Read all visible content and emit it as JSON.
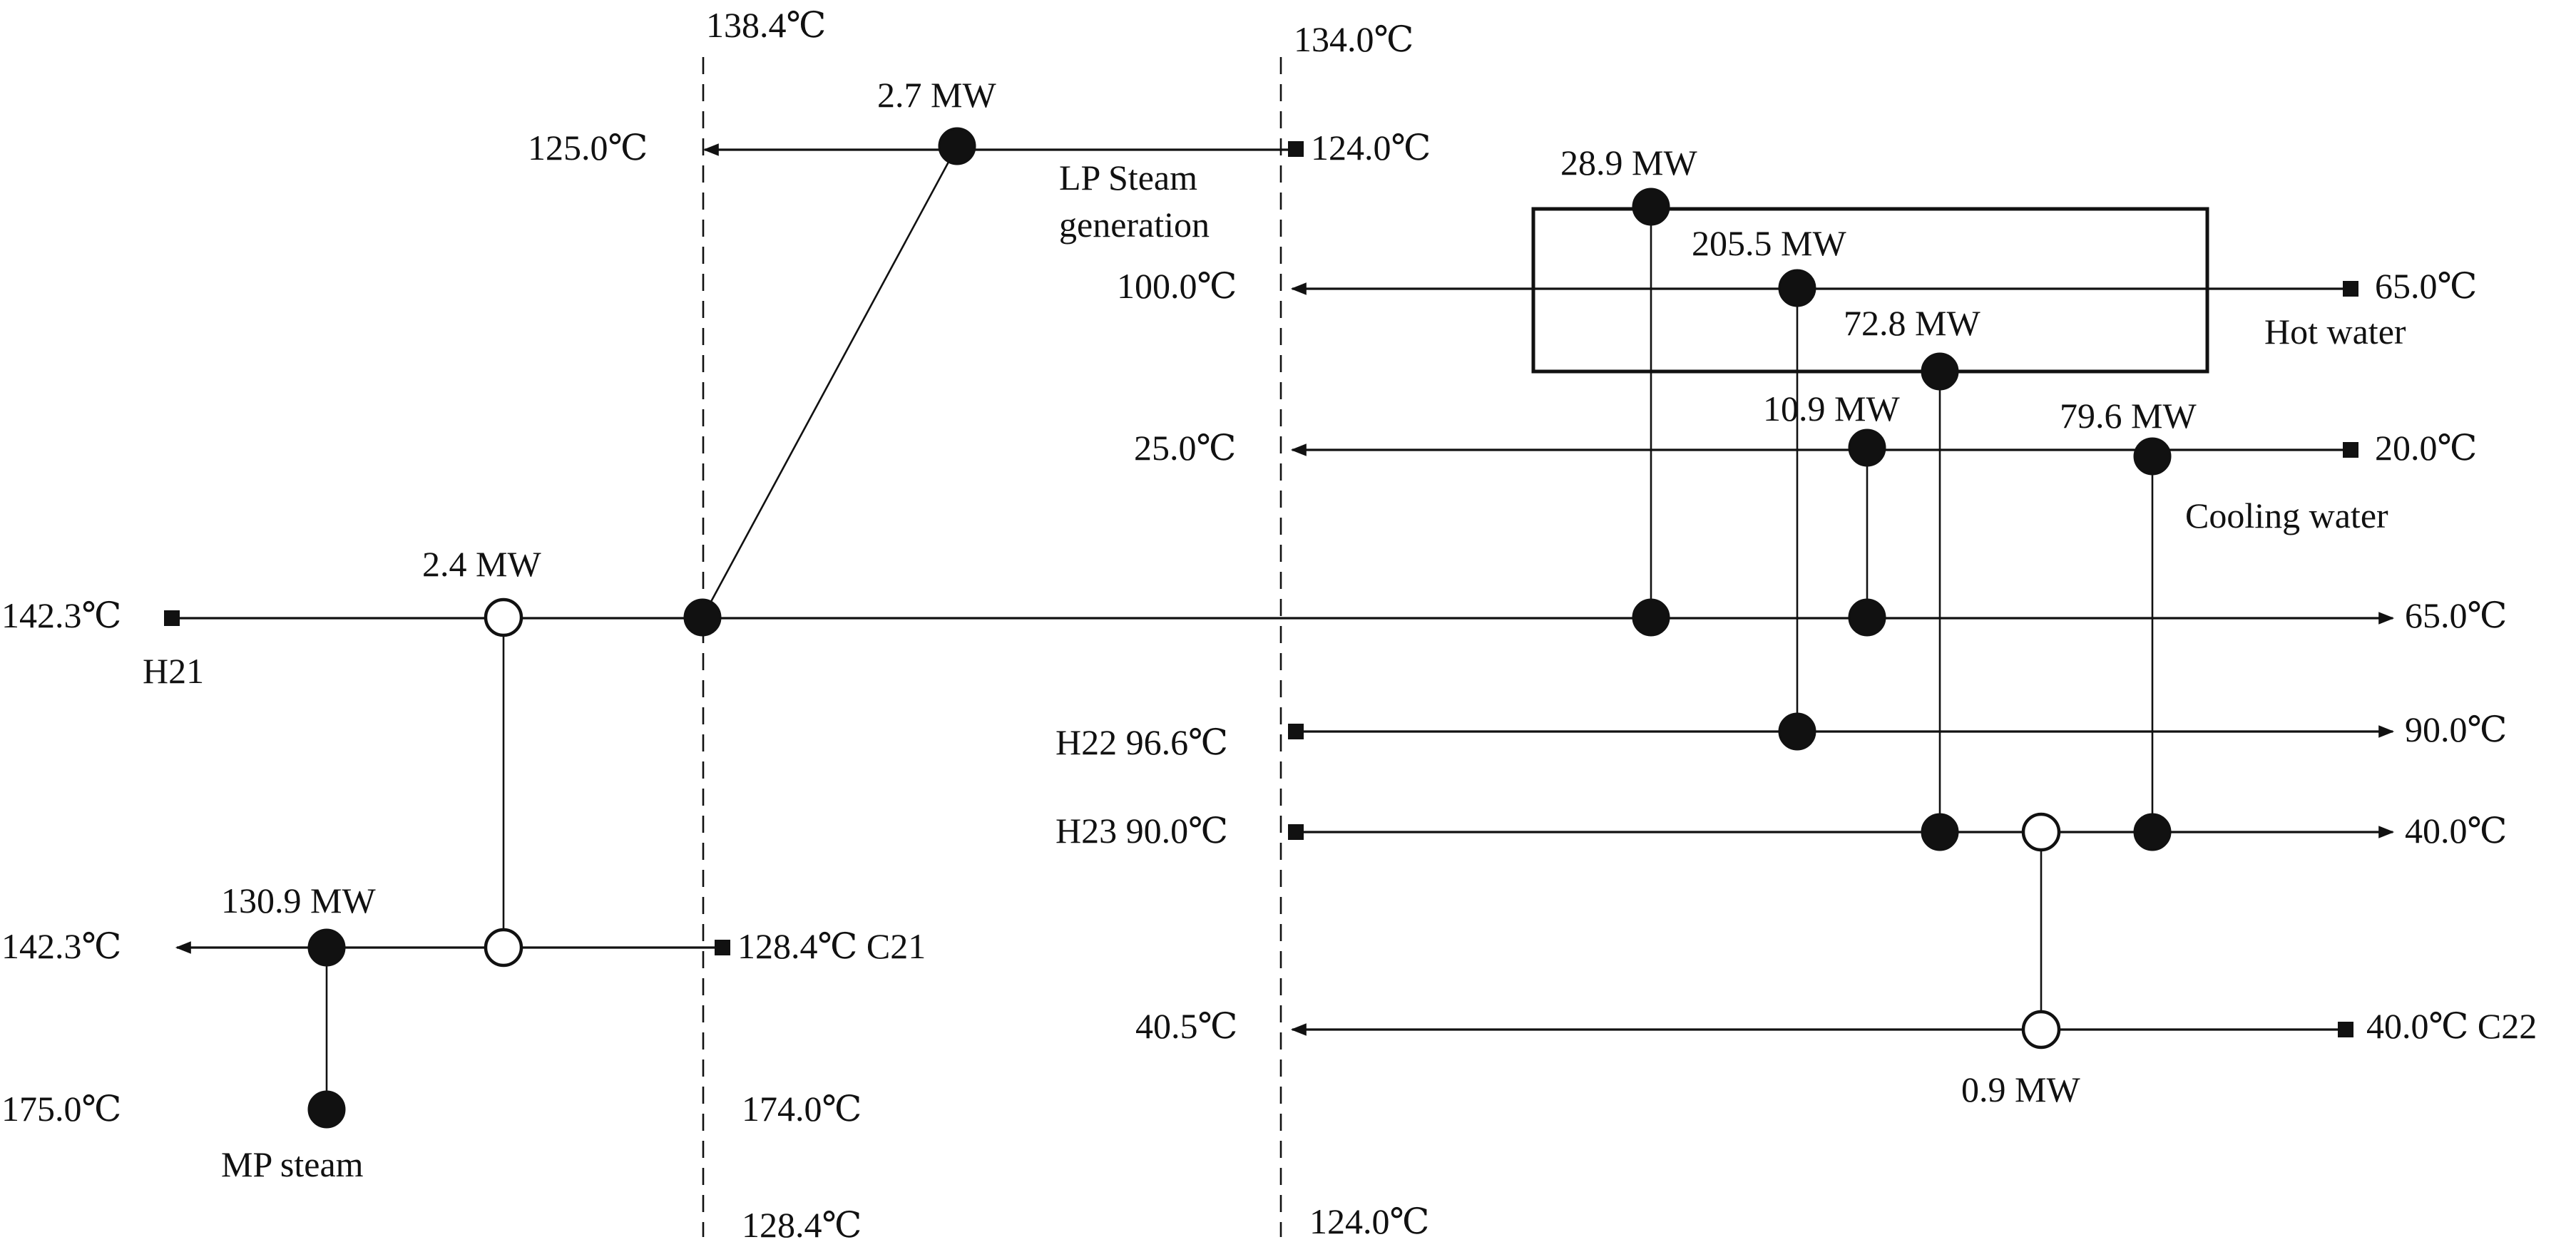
{
  "pinch_top": {
    "hot_left": "138.4℃",
    "hot_right": "134.0℃"
  },
  "pinch_bottom": {
    "cold_left": "128.4℃",
    "cold_right": "124.0℃"
  },
  "streams": {
    "lp_steam": {
      "supply": "124.0℃",
      "target": "125.0℃",
      "label_line1": "LP Steam",
      "label_line2": "generation"
    },
    "hot_water": {
      "supply": "65.0℃",
      "target": "100.0℃",
      "name": "Hot water"
    },
    "cooling_water": {
      "supply": "20.0℃",
      "target": "25.0℃",
      "name": "Cooling water"
    },
    "h21": {
      "supply": "142.3℃",
      "target": "65.0℃",
      "name": "H21"
    },
    "h22": {
      "supply_label": "H22 96.6℃",
      "target": "90.0℃"
    },
    "h23": {
      "supply_label": "H23 90.0℃",
      "target": "40.0℃"
    },
    "c21": {
      "supply_label": "128.4℃ C21",
      "target": "142.3℃"
    },
    "c22": {
      "supply_label": "40.0℃ C22",
      "target": "40.5℃"
    },
    "mp_steam": {
      "temp": "175.0℃",
      "name": "MP steam"
    },
    "mid_temp": "174.0℃"
  },
  "duties": {
    "lp_steam_gen": "2.7 MW",
    "hot_water_h21": "28.9 MW",
    "hot_water_h22": "205.5 MW",
    "hot_water_h23": "72.8 MW",
    "cooling_h21": "10.9 MW",
    "cooling_h23": "79.6 MW",
    "h21_c21": "2.4 MW",
    "mp_steam_c21": "130.9 MW",
    "h23_c22": "0.9 MW"
  }
}
